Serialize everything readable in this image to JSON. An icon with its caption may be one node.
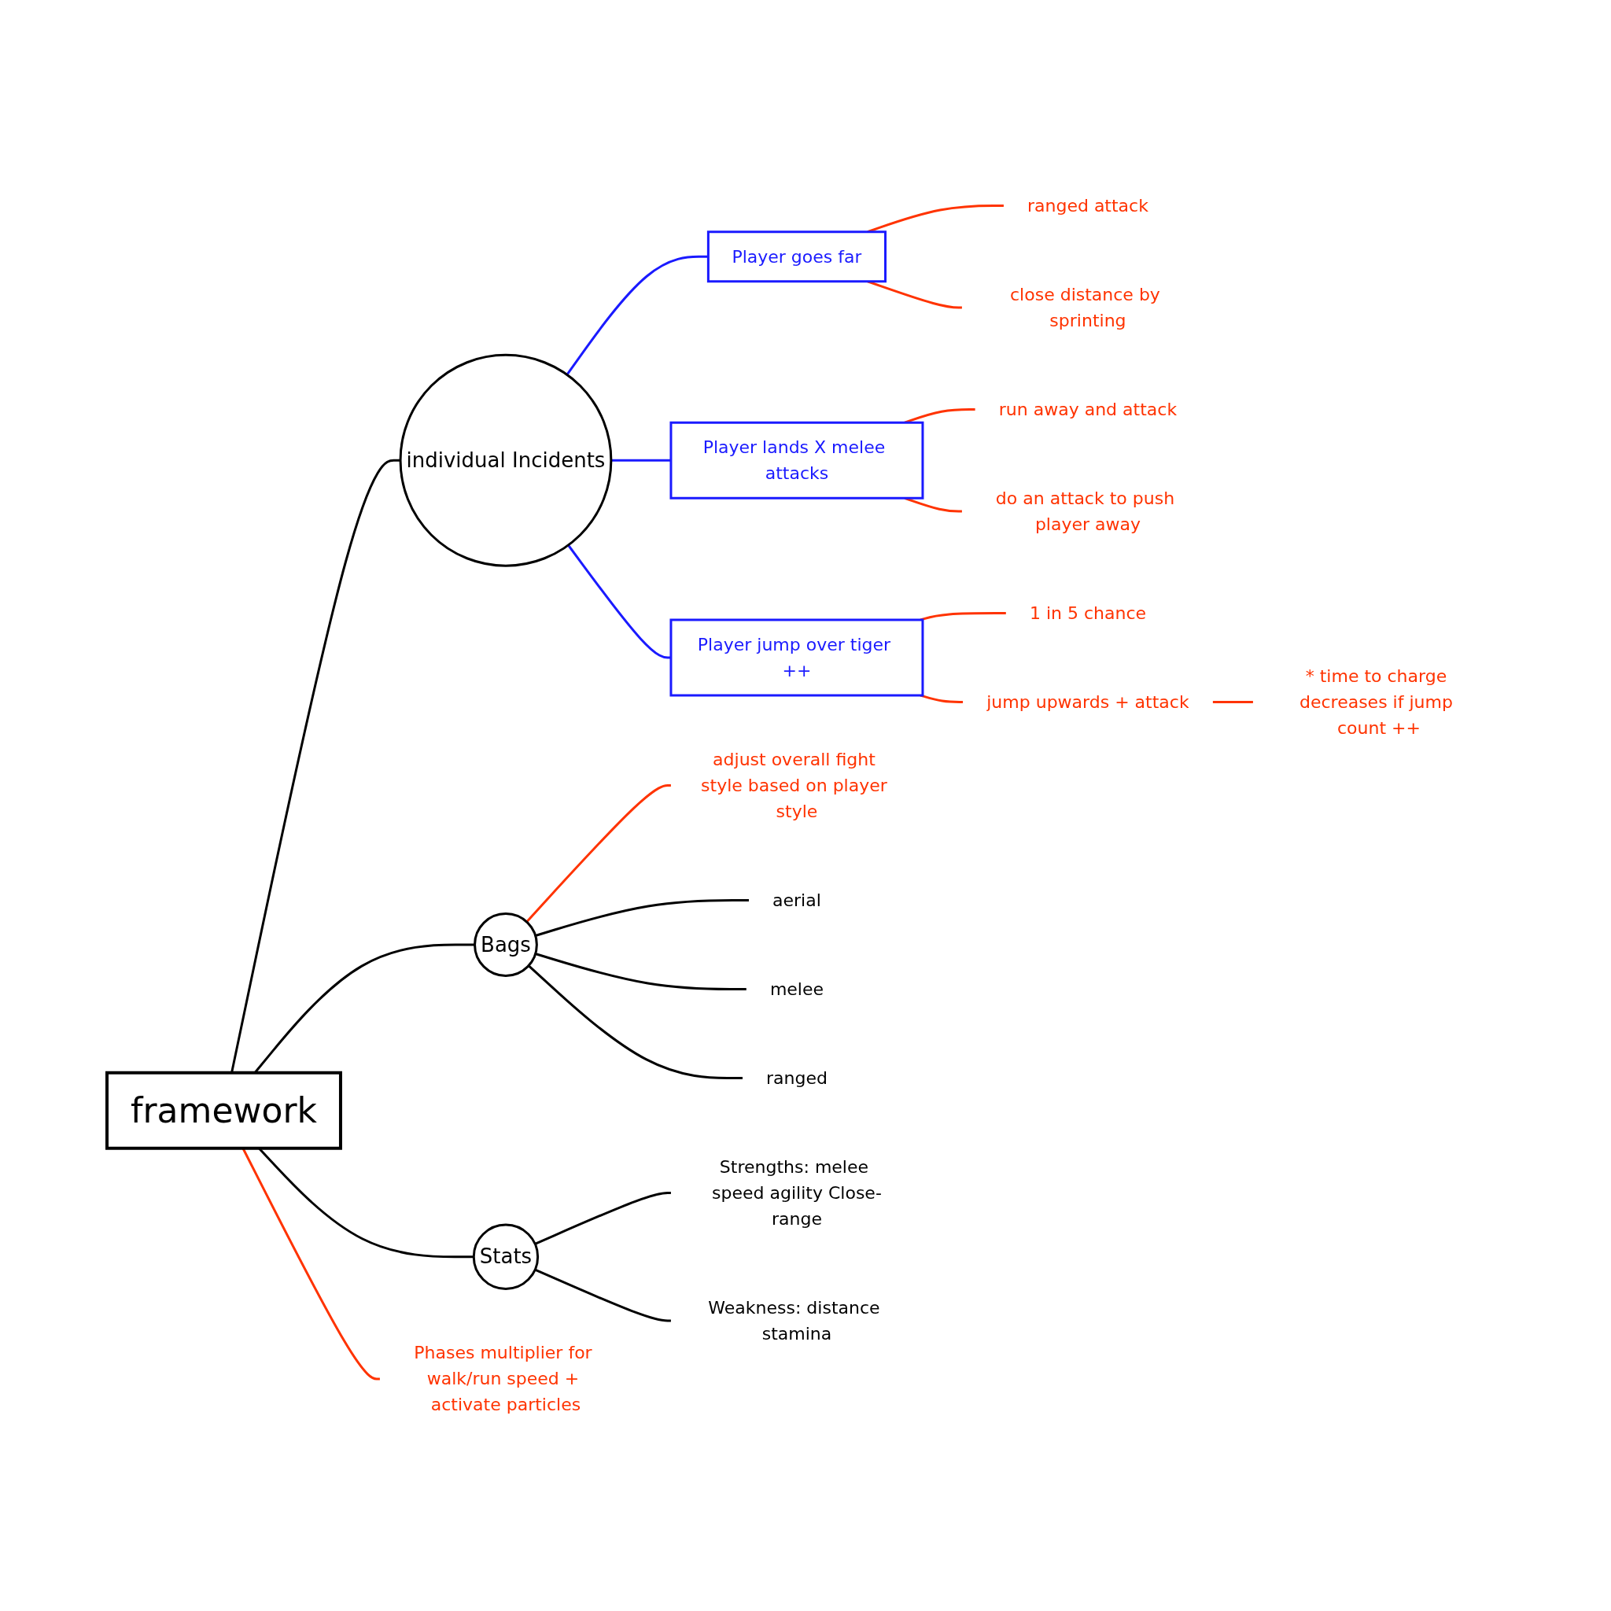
{
  "diagram": {
    "nodes": [
      {
        "text": [
          "framework"
        ]
      },
      {
        "text": [
          "individual Incidents"
        ]
      },
      {
        "text": [
          "Bags"
        ]
      },
      {
        "text": [
          "Stats"
        ]
      },
      {
        "text": [
          "Player goes far"
        ]
      },
      {
        "text": [
          "Player lands X melee attacks"
        ]
      },
      {
        "text": [
          "Player jump over tiger ++"
        ]
      },
      {
        "text": [
          "ranged attack"
        ]
      },
      {
        "text": [
          "close distance by sprinting"
        ]
      },
      {
        "text": [
          "run away and attack"
        ]
      },
      {
        "text": [
          "do an attack to push player away"
        ]
      },
      {
        "text": [
          "1 in 5 chance"
        ]
      },
      {
        "text": [
          "jump upwards + attack"
        ]
      },
      {
        "text": [
          "* time to charge decreases if jump count ++"
        ]
      },
      {
        "text": [
          "adjust overall fight style based on player style"
        ]
      },
      {
        "text": [
          "aerial"
        ]
      },
      {
        "text": [
          "melee"
        ]
      },
      {
        "text": [
          "ranged"
        ]
      },
      {
        "text": [
          "Phases multiplier for walk/run speed + activate particles"
        ]
      },
      {
        "text": [
          "Strengths: melee speed agility Close-range"
        ]
      },
      {
        "text": [
          "Weakness: distance stamina"
        ]
      }
    ],
    "edges": [
      {
        "from": 0,
        "to": 1,
        "arrow": "none",
        "color": "#000000"
      },
      {
        "from": 0,
        "to": 2,
        "arrow": "none",
        "color": "#000000"
      },
      {
        "from": 0,
        "to": 3,
        "arrow": "none",
        "color": "#000000"
      },
      {
        "from": 0,
        "to": 18,
        "arrow": "none"
      },
      {
        "from": 1,
        "to": 4,
        "arrow": "none",
        "color": "#1a1aff"
      },
      {
        "from": 1,
        "to": 5,
        "arrow": "none",
        "color": "#1a1aff"
      },
      {
        "from": 1,
        "to": 6,
        "arrow": "none",
        "color": "#1a1aff"
      },
      {
        "from": 4,
        "to": 7,
        "arrow": "none"
      },
      {
        "from": 4,
        "to": 8,
        "arrow": "none"
      },
      {
        "from": 5,
        "to": 9,
        "arrow": "none"
      },
      {
        "from": 5,
        "to": 10,
        "arrow": "none"
      },
      {
        "from": 6,
        "to": 11,
        "arrow": "none"
      },
      {
        "from": 6,
        "to": 12,
        "arrow": "none"
      },
      {
        "from": 12,
        "to": 13,
        "arrow": "none"
      },
      {
        "from": 2,
        "to": 14,
        "arrow": "none"
      },
      {
        "from": 2,
        "to": 15,
        "arrow": "none",
        "color": "#000000"
      },
      {
        "from": 2,
        "to": 16,
        "arrow": "none",
        "color": "#000000"
      },
      {
        "from": 2,
        "to": 17,
        "arrow": "none",
        "color": "#000000"
      },
      {
        "from": 3,
        "to": 19,
        "arrow": "none",
        "color": "#000000"
      },
      {
        "from": 3,
        "to": 20,
        "arrow": "none",
        "color": "#000000"
      }
    ]
  }
}
